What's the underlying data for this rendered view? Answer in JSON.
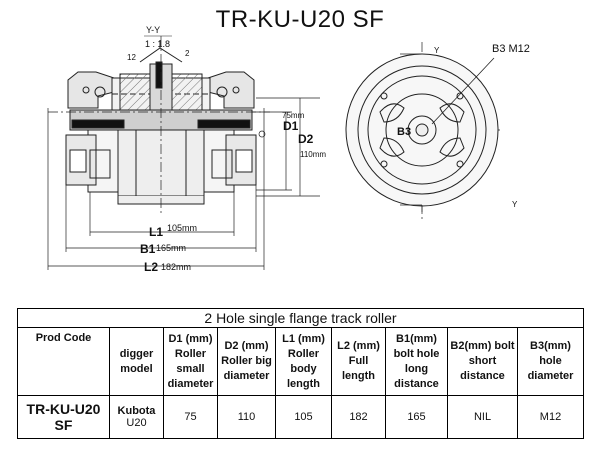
{
  "title": "TR-KU-U20 SF",
  "drawing": {
    "section_label": "Y-Y",
    "scale_label": "1 : 1.8",
    "callout_12": "12",
    "callout_2": "2",
    "d1_value": "75mm",
    "d1_label": "D1",
    "d2_label": "D2",
    "d2_value": "110mm",
    "l1_label": "L1",
    "l1_value": "105mm",
    "b1_label": "B1",
    "b1_value": "165mm",
    "l2_label": "L2",
    "l2_value": "182mm",
    "side_b3_m12": "B3 M12",
    "side_b3": "B3",
    "axis_y_top": "Y",
    "axis_y_bottom": "Y"
  },
  "table": {
    "caption": "2 Hole single flange track roller",
    "headers": [
      "Prod Code",
      "digger model",
      "D1 (mm) Roller small diameter",
      "D2 (mm) Roller big diameter",
      "L1 (mm) Roller body length",
      "L2 (mm) Full length",
      "B1(mm) bolt hole long distance",
      "B2(mm) bolt short distance",
      "B3(mm) hole diameter"
    ],
    "row": {
      "prod_code": "TR-KU-U20 SF",
      "model_brand": "Kubota",
      "model_name": "U20",
      "d1": "75",
      "d2": "110",
      "l1": "105",
      "l2": "182",
      "b1": "165",
      "b2": "NIL",
      "b3": "M12"
    }
  }
}
